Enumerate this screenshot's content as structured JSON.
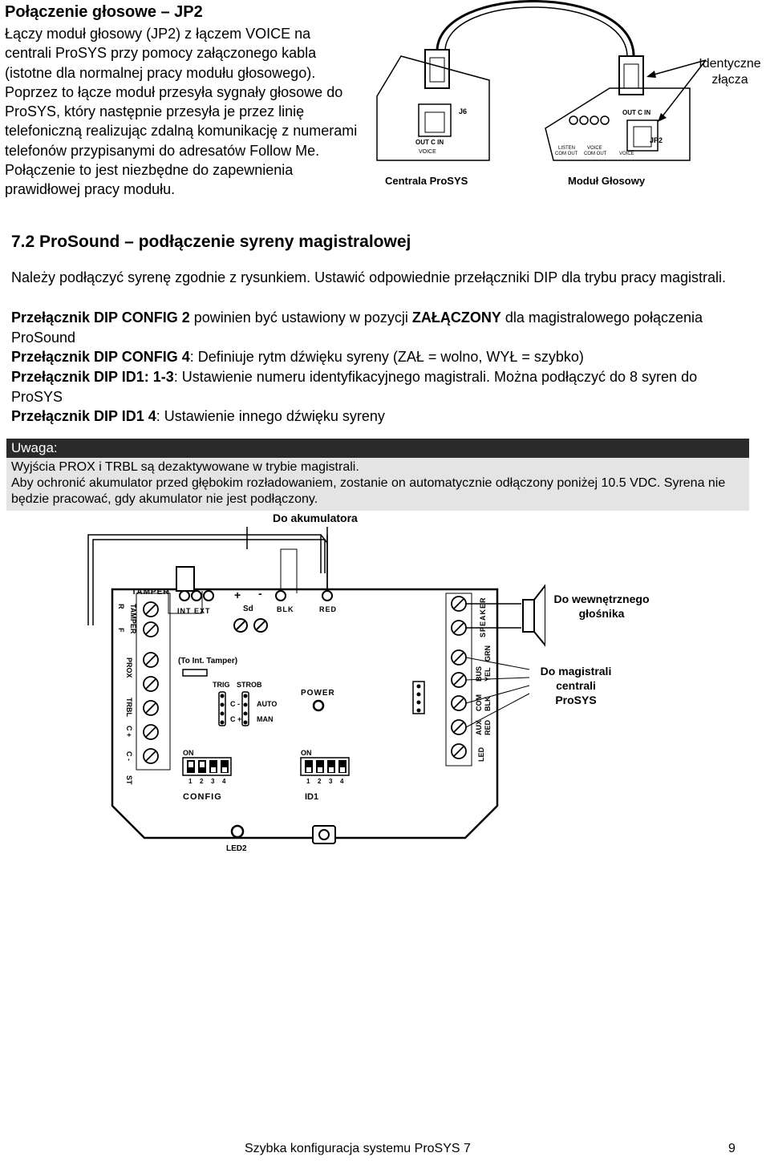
{
  "intro": {
    "title": "Połączenie głosowe  – JP2",
    "body": "Łączy moduł głosowy (JP2) z łączem VOICE na centrali ProSYS przy pomocy załączonego kabla (istotne dla normalnej pracy modułu głosowego). Poprzez to łącze moduł przesyła sygnały głosowe do ProSYS, który następnie przesyła je przez linię telefoniczną realizując zdalną komunikację z numerami telefonów przypisanymi do adresatów Follow Me. Połączenie to jest niezbędne do zapewnienia prawidłowej pracy modułu."
  },
  "figure1": {
    "label_identical": "Identyczne złącza",
    "label_central": "Centrala ProSYS",
    "label_module": "Moduł Głosowy",
    "j6": "J6",
    "jp2": "JP2",
    "out_c_in_left": "OUT C IN",
    "voice_left": "VOICE",
    "out_c_in_right": "OUT C IN",
    "listen": "LISTEN",
    "voice_right": "VOICE",
    "com_out_left": "COM OUT",
    "com_out_right": "COM OUT",
    "voice_lower": "VOICE"
  },
  "section": {
    "heading": "7.2 ProSound – podłączenie syreny magistralowej",
    "p1": "Należy podłączyć syrenę zgodnie z rysunkiem. Ustawić odpowiednie przełączniki DIP dla trybu pracy magistrali.",
    "p2_bold1": "Przełącznik DIP CONFIG 2",
    "p2_mid": " powinien być ustawiony w pozycji ",
    "p2_bold2": "ZAŁĄCZONY",
    "p2_end": " dla magistralowego połączenia ProSound",
    "p3_bold": "Przełącznik DIP CONFIG 4",
    "p3_rest": ": Definiuje rytm dźwięku syreny (ZAŁ = wolno, WYŁ = szybko)",
    "p4_bold": "Przełącznik DIP ID1: 1-3",
    "p4_rest": ": Ustawienie numeru identyfikacyjnego magistrali. Można podłączyć do 8 syren do ProSYS",
    "p5_bold": "Przełącznik DIP ID1 4",
    "p5_rest": ": Ustawienie innego dźwięku syreny"
  },
  "note": {
    "heading": "Uwaga:",
    "line1": "Wyjścia PROX i TRBL są dezaktywowane w trybie magistrali.",
    "line2": "Aby ochronić akumulator przed głębokim rozładowaniem, zostanie on automatycznie odłączony poniżej 10.5 VDC. Syrena nie będzie pracować, gdy akumulator nie jest podłączony."
  },
  "figure2": {
    "to_battery": "Do akumulatora",
    "to_speaker": "Do wewnętrznego głośnika",
    "to_bus": "Do magistrali centrali ProSYS",
    "tamper_top": "TAMPER",
    "tamper_side": "TAMPER",
    "r": "R",
    "f": "F",
    "prox": "PROX",
    "trbl": "TRBL",
    "c_plus_side": "C +",
    "c_minus_side": "C -",
    "st": "ST",
    "int_ext": "INT EXT",
    "to_int_tamper": "(To Int. Tamper)",
    "trig": "TRIG",
    "strob": "STROB",
    "c_minus": "C -",
    "c_plus": "C +",
    "auto": "AUTO",
    "man": "MAN",
    "plus": "+",
    "minus": "-",
    "sd": "Sd",
    "blk": "BLK",
    "red": "RED",
    "power": "POWER",
    "on_left": "ON",
    "on_right": "ON",
    "dip_numbers": [
      "1",
      "2",
      "3",
      "4"
    ],
    "config": "CONFIG",
    "id1": "ID1",
    "led2": "LED2",
    "speaker": "SPEAKER",
    "bus": "BUS",
    "yel": "YEL",
    "grn": "GRN",
    "com": "COM",
    "blk2": "BLK",
    "aux": "AUX",
    "red2": "RED",
    "led": "LED"
  },
  "footer": {
    "title": "Szybka konfiguracja systemu ProSYS 7",
    "page": "9"
  }
}
